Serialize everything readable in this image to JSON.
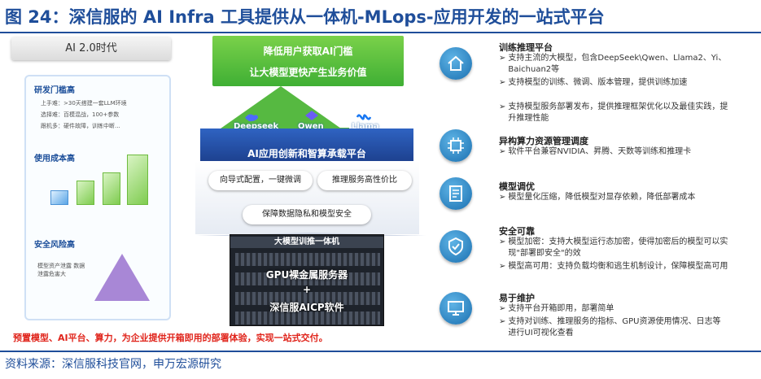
{
  "title": "图 24：深信服的 AI Infra 工具提供从一体机-MLops-应用开发的一站式平台",
  "left": {
    "era": "AI 2.0时代",
    "sec1": {
      "heading": "研发门槛高",
      "bullets": [
        "上手难：>30天搭建一套LLM环境",
        "选择难：百模混战，100+参数",
        "跟机多：硬件故障，训练中断..."
      ]
    },
    "sec2": {
      "heading": "使用成本高"
    },
    "sec3": {
      "heading": "安全风险高",
      "note": "模型资产泄露 数据泄露危害大"
    }
  },
  "center": {
    "top_line1": "降低用户获取AI门槛",
    "top_line2": "让大模型更快产生业务价值",
    "models": [
      "Deepseek",
      "Qwen",
      "Llama"
    ],
    "platform": "AI应用创新和智算承载平台",
    "pill1": "向导式配置，一键微调",
    "pill2": "推理服务高性价比",
    "pill3": "保障数据隐私和模型安全",
    "server_title": "大模型训推一体机",
    "server_line1": "GPU裸金属服务器",
    "server_plus": "+",
    "server_line2": "深信服AICP软件"
  },
  "bottom_note": "预置模型、AI平台、算力，为企业提供开箱即用的部署体验，实现一站式交付。",
  "right": [
    {
      "icon": "home-cloud-icon",
      "title": "训练推理平台",
      "items": [
        "支持主流的大模型，包含DeepSeek\\Qwen、Llama2、Yi、Baichuan2等",
        "支持模型的训练、微调、版本管理，提供训练加速",
        "支持模型服务部署发布，提供推理框架优化以及最佳实践，提升推理性能"
      ]
    },
    {
      "icon": "chip-icon",
      "title": "异构算力资源管理调度",
      "items": [
        "软件平台兼容NVIDIA、昇腾、天数等训练和推理卡"
      ]
    },
    {
      "icon": "document-icon",
      "title": "模型调优",
      "items": [
        "模型量化压缩，降低模型对显存依赖，降低部署成本"
      ]
    },
    {
      "icon": "shield-icon",
      "title": "安全可靠",
      "items": [
        "模型加密：支持大模型运行态加密，使得加密后的模型可以实现\"部署即安全\"的效",
        "模型高可用：支持负载均衡和逃生机制设计，保障模型高可用"
      ]
    },
    {
      "icon": "monitor-icon",
      "title": "易于维护",
      "items": [
        "支持平台开箱即用，部署简单",
        "支持对训练、推理服务的指标、GPU资源使用情况、日志等进行UI可视化查看"
      ]
    }
  ],
  "footer": "资料来源：深信服科技官网，申万宏源研究"
}
